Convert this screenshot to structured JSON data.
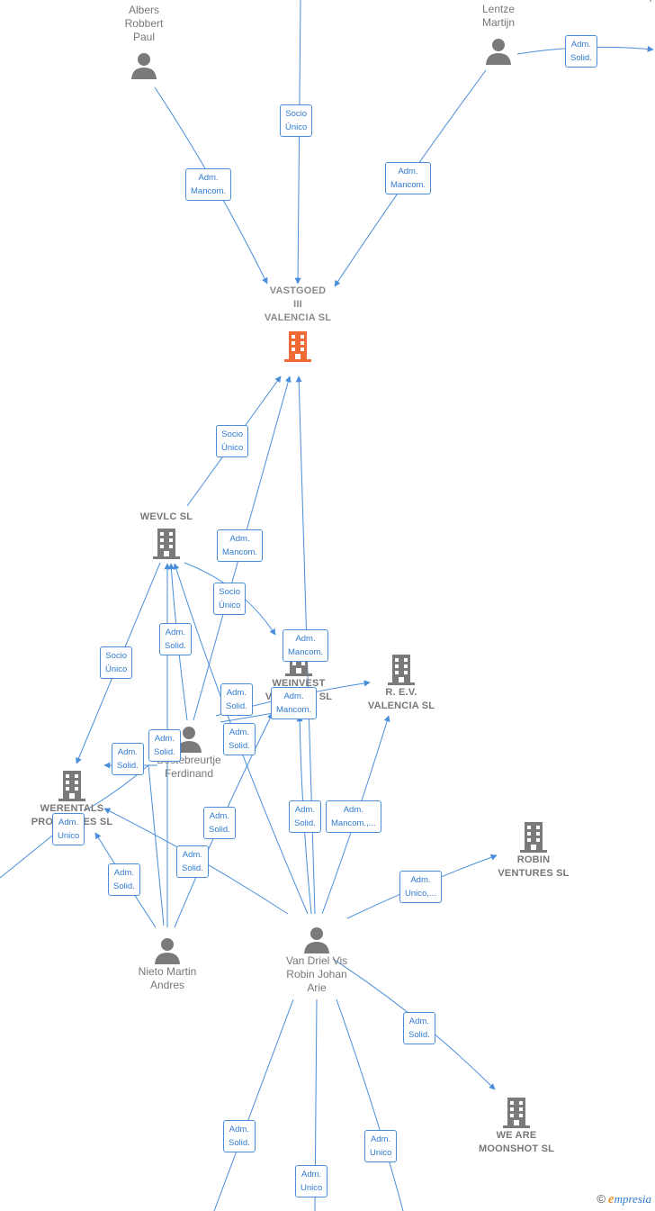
{
  "nodes": {
    "albers": "Albers\nRobbert\nPaul",
    "lentze": "Lentze\nMartijn",
    "vastgoed": "VASTGOED\nIII\nVALENCIA  SL",
    "wevlc": "WEVLC  SL",
    "weinvest": "WEINVEST\nVALENCIA  SL",
    "rev": "R. E.V.\nVALENCIA  SL",
    "werentals": "WERENTALS\nPROPERTIES  SL",
    "bestebreurtje": "Bestebreurtje\nFerdinand",
    "robin_ventures": "ROBIN\nVENTURES  SL",
    "nieto": "Nieto Martin\nAndres",
    "vandriel": "Van Driel Vis\nRobin Johan\nArie",
    "moonshot": "WE ARE\nMOONSHOT  SL",
    "edge_partial": "F"
  },
  "edge_labels": {
    "e1": "Socio\nÚnico",
    "e2": "Adm.\nMancom.",
    "e3": "Adm.\nMancom.",
    "e4": "Adm.\nSolid.",
    "e5": "Socio\nÚnico",
    "e6": "Adm.\nMancom.",
    "e7": "Socio\nÚnico",
    "e8": "Adm.\nMancom.",
    "e9": "Socio\nÚnico",
    "e10": "Adm.\nSolid.",
    "e11": "Adm.\nSolid.",
    "e12": "Adm.\nMancom.",
    "e13": "Adm.\nSolid.",
    "e14": "Adm.\nSolid.",
    "e15": "Adm.\nSolid.",
    "e16": "Adm.\nUnico",
    "e17": "Adm.\nSolid.",
    "e18": "Adm.\nSolid.",
    "e19": "Adm.\nSolid.",
    "e20": "Adm.\nSolid.",
    "e21": "Adm.\nMancom.,...",
    "e22": "Adm.\nUnico,...",
    "e23": "Adm.\nSolid.",
    "e24": "Adm.\nSolid.",
    "e25": "Adm.\nUnico",
    "e26": "Adm.\nUnico"
  },
  "logo": {
    "symbol": "©",
    "brand_initial": "e",
    "brand_rest": "mpresia"
  },
  "colors": {
    "edge": "#4a8edb",
    "main_node": "#f06a35",
    "node": "#7a7a7a"
  }
}
